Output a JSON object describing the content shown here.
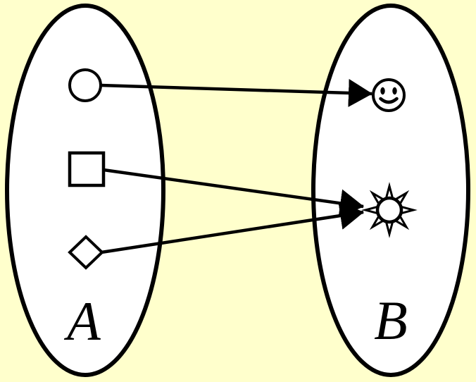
{
  "diagram": {
    "description": "Mapping diagram of a function from set A to set B",
    "colors": {
      "background": "#FFFFCC",
      "line": "#000000",
      "shape_fill": "#FFFFFF"
    },
    "set_a": {
      "label": "A",
      "elements": [
        "circle",
        "square",
        "diamond"
      ]
    },
    "set_b": {
      "label": "B",
      "elements": [
        "smiley-face",
        "sun"
      ]
    },
    "mappings": [
      {
        "from": "circle",
        "to": "smiley-face"
      },
      {
        "from": "square",
        "to": "sun"
      },
      {
        "from": "diamond",
        "to": "sun"
      }
    ]
  }
}
